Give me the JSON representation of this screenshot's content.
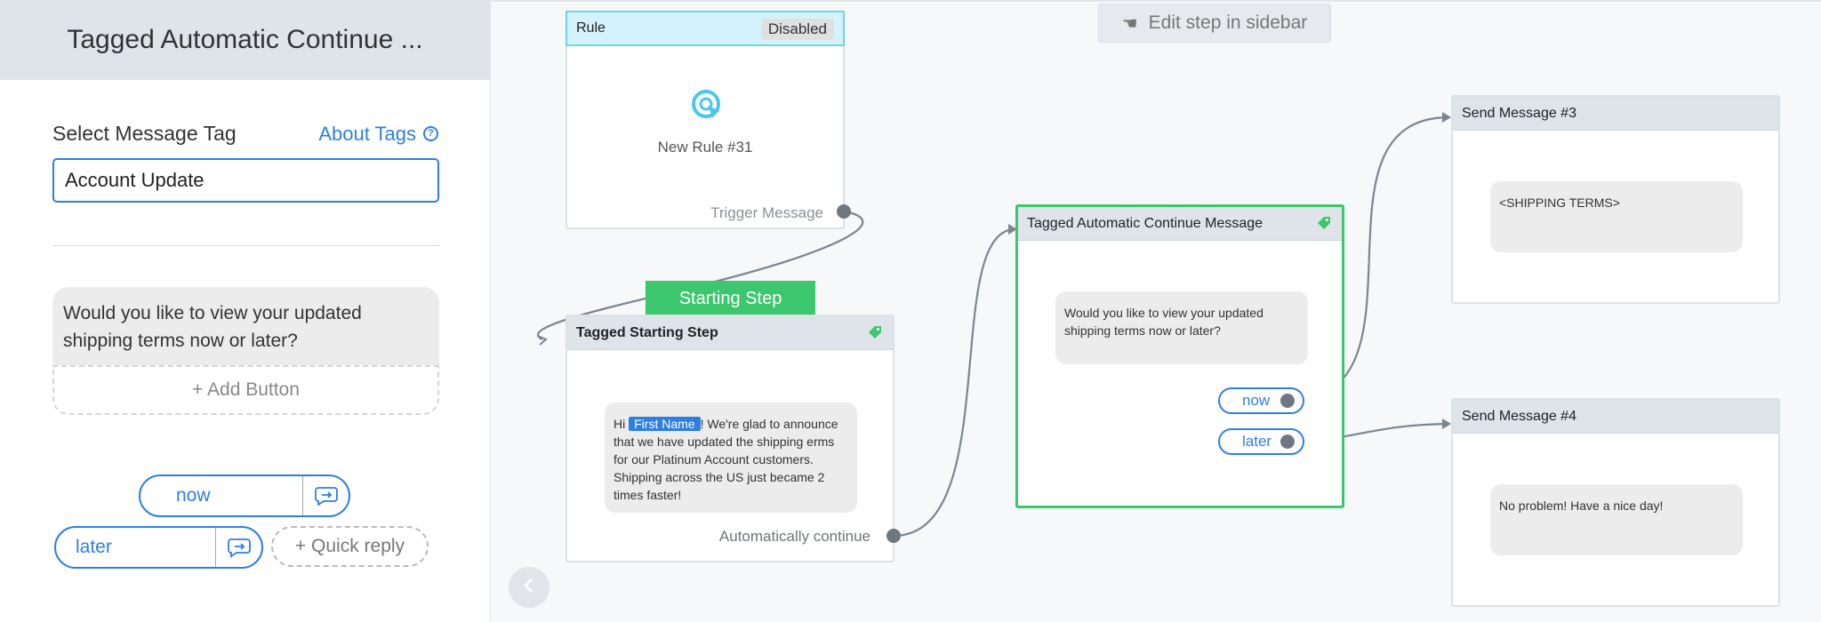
{
  "sidebar": {
    "title": "Tagged Automatic Continue ...",
    "select_tag_label": "Select Message Tag",
    "about_tags_label": "About Tags",
    "tag_value": "Account Update",
    "message_text": "Would you like to view your updated shipping terms now or later?",
    "add_button_label": "+ Add Button",
    "quick_replies": [
      "now",
      "later"
    ],
    "add_quick_reply_label": "+ Quick reply"
  },
  "canvas": {
    "edit_hint": "Edit step in sidebar",
    "rule_node": {
      "header": "Rule",
      "badge": "Disabled",
      "name": "New Rule #31",
      "output_label": "Trigger Message"
    },
    "starting_badge": "Starting Step",
    "starting_node": {
      "header": "Tagged Starting Step",
      "greeting": "Hi",
      "first_name_chip": "First Name",
      "message_rest": "! We're glad to announce that we have updated the shipping erms for our Platinum Account customers. Shipping across the US just became 2 times faster!",
      "output_label": "Automatically continue"
    },
    "auto_node": {
      "header": "Tagged Automatic Continue Message",
      "message": "Would you like to view your updated shipping terms now or later?",
      "buttons": [
        "now",
        "later"
      ]
    },
    "send3": {
      "header": "Send Message #3",
      "message": "<SHIPPING TERMS>"
    },
    "send4": {
      "header": "Send Message #4",
      "message": "No problem! Have a nice day!"
    }
  },
  "colors": {
    "accent": "#2f7fe0",
    "active_green": "#3cc76e",
    "rule_header": "#d4f2fb"
  },
  "icons": [
    "help-circle-icon",
    "quick-reply-icon",
    "pointing-hand-icon",
    "rule-target-icon",
    "tag-icon",
    "chevron-left-icon"
  ]
}
